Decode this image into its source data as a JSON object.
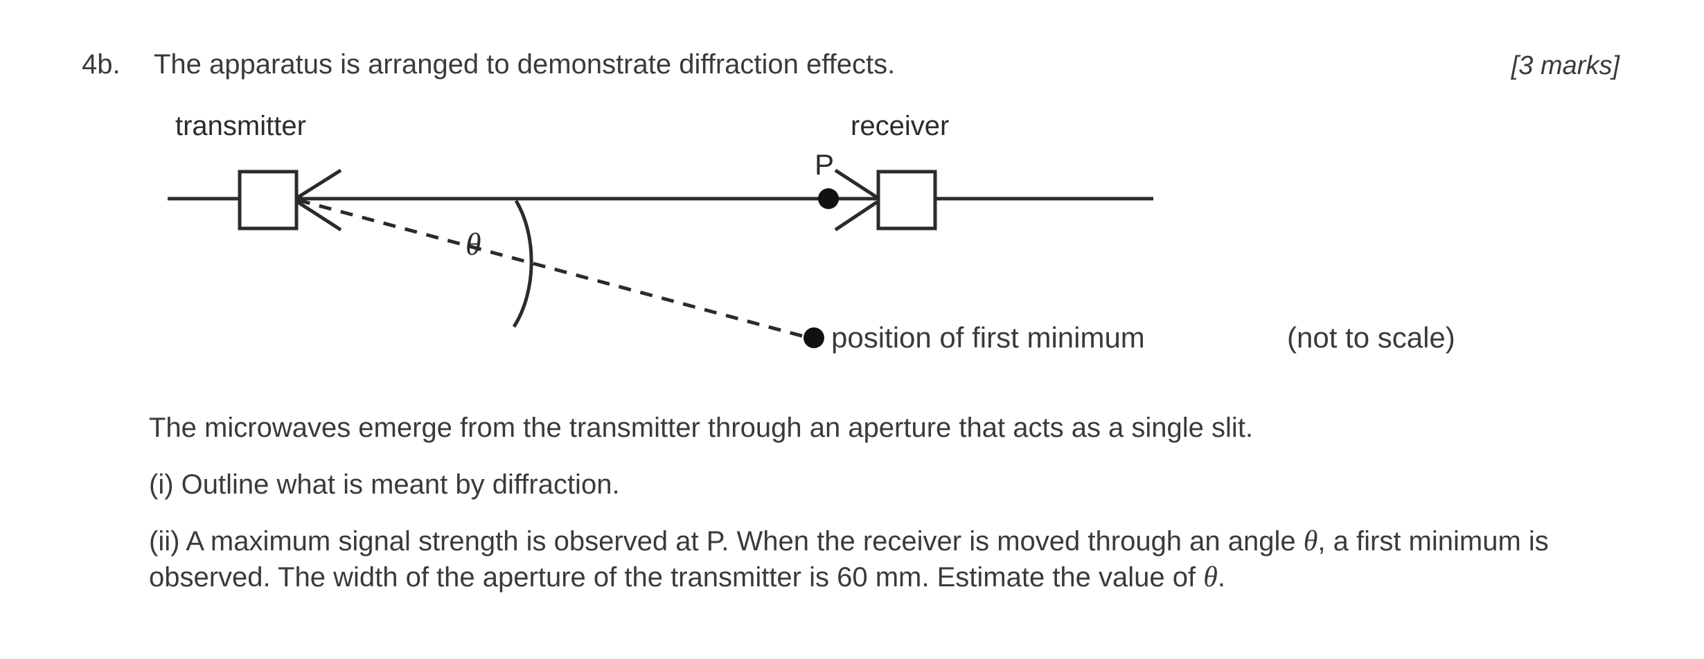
{
  "question": {
    "number": "4b.",
    "stem": "The apparatus is arranged to demonstrate diffraction effects.",
    "marks": "[3 marks]"
  },
  "diagram": {
    "transmitter_label": "transmitter",
    "receiver_label": "receiver",
    "point_label": "P",
    "angle_symbol": "θ",
    "minimum_label": "position of first minimum",
    "scale_note": "(not to scale)",
    "line_color": "#2b2b2b",
    "dash_pattern": "18 14"
  },
  "body": {
    "intro": "The microwaves emerge from the transmitter through an aperture that acts as a single slit.",
    "part_i": "(i) Outline what is meant by diffraction.",
    "part_ii_a": "(ii) A maximum signal strength is observed at P. When the receiver is moved through an angle",
    "part_ii_theta": "θ",
    "part_ii_b": ", a first minimum is observed. The width of the aperture of the transmitter is 60 mm. Estimate",
    "part_ii_c": "the value of",
    "part_ii_theta2": "θ",
    "part_ii_d": "."
  }
}
